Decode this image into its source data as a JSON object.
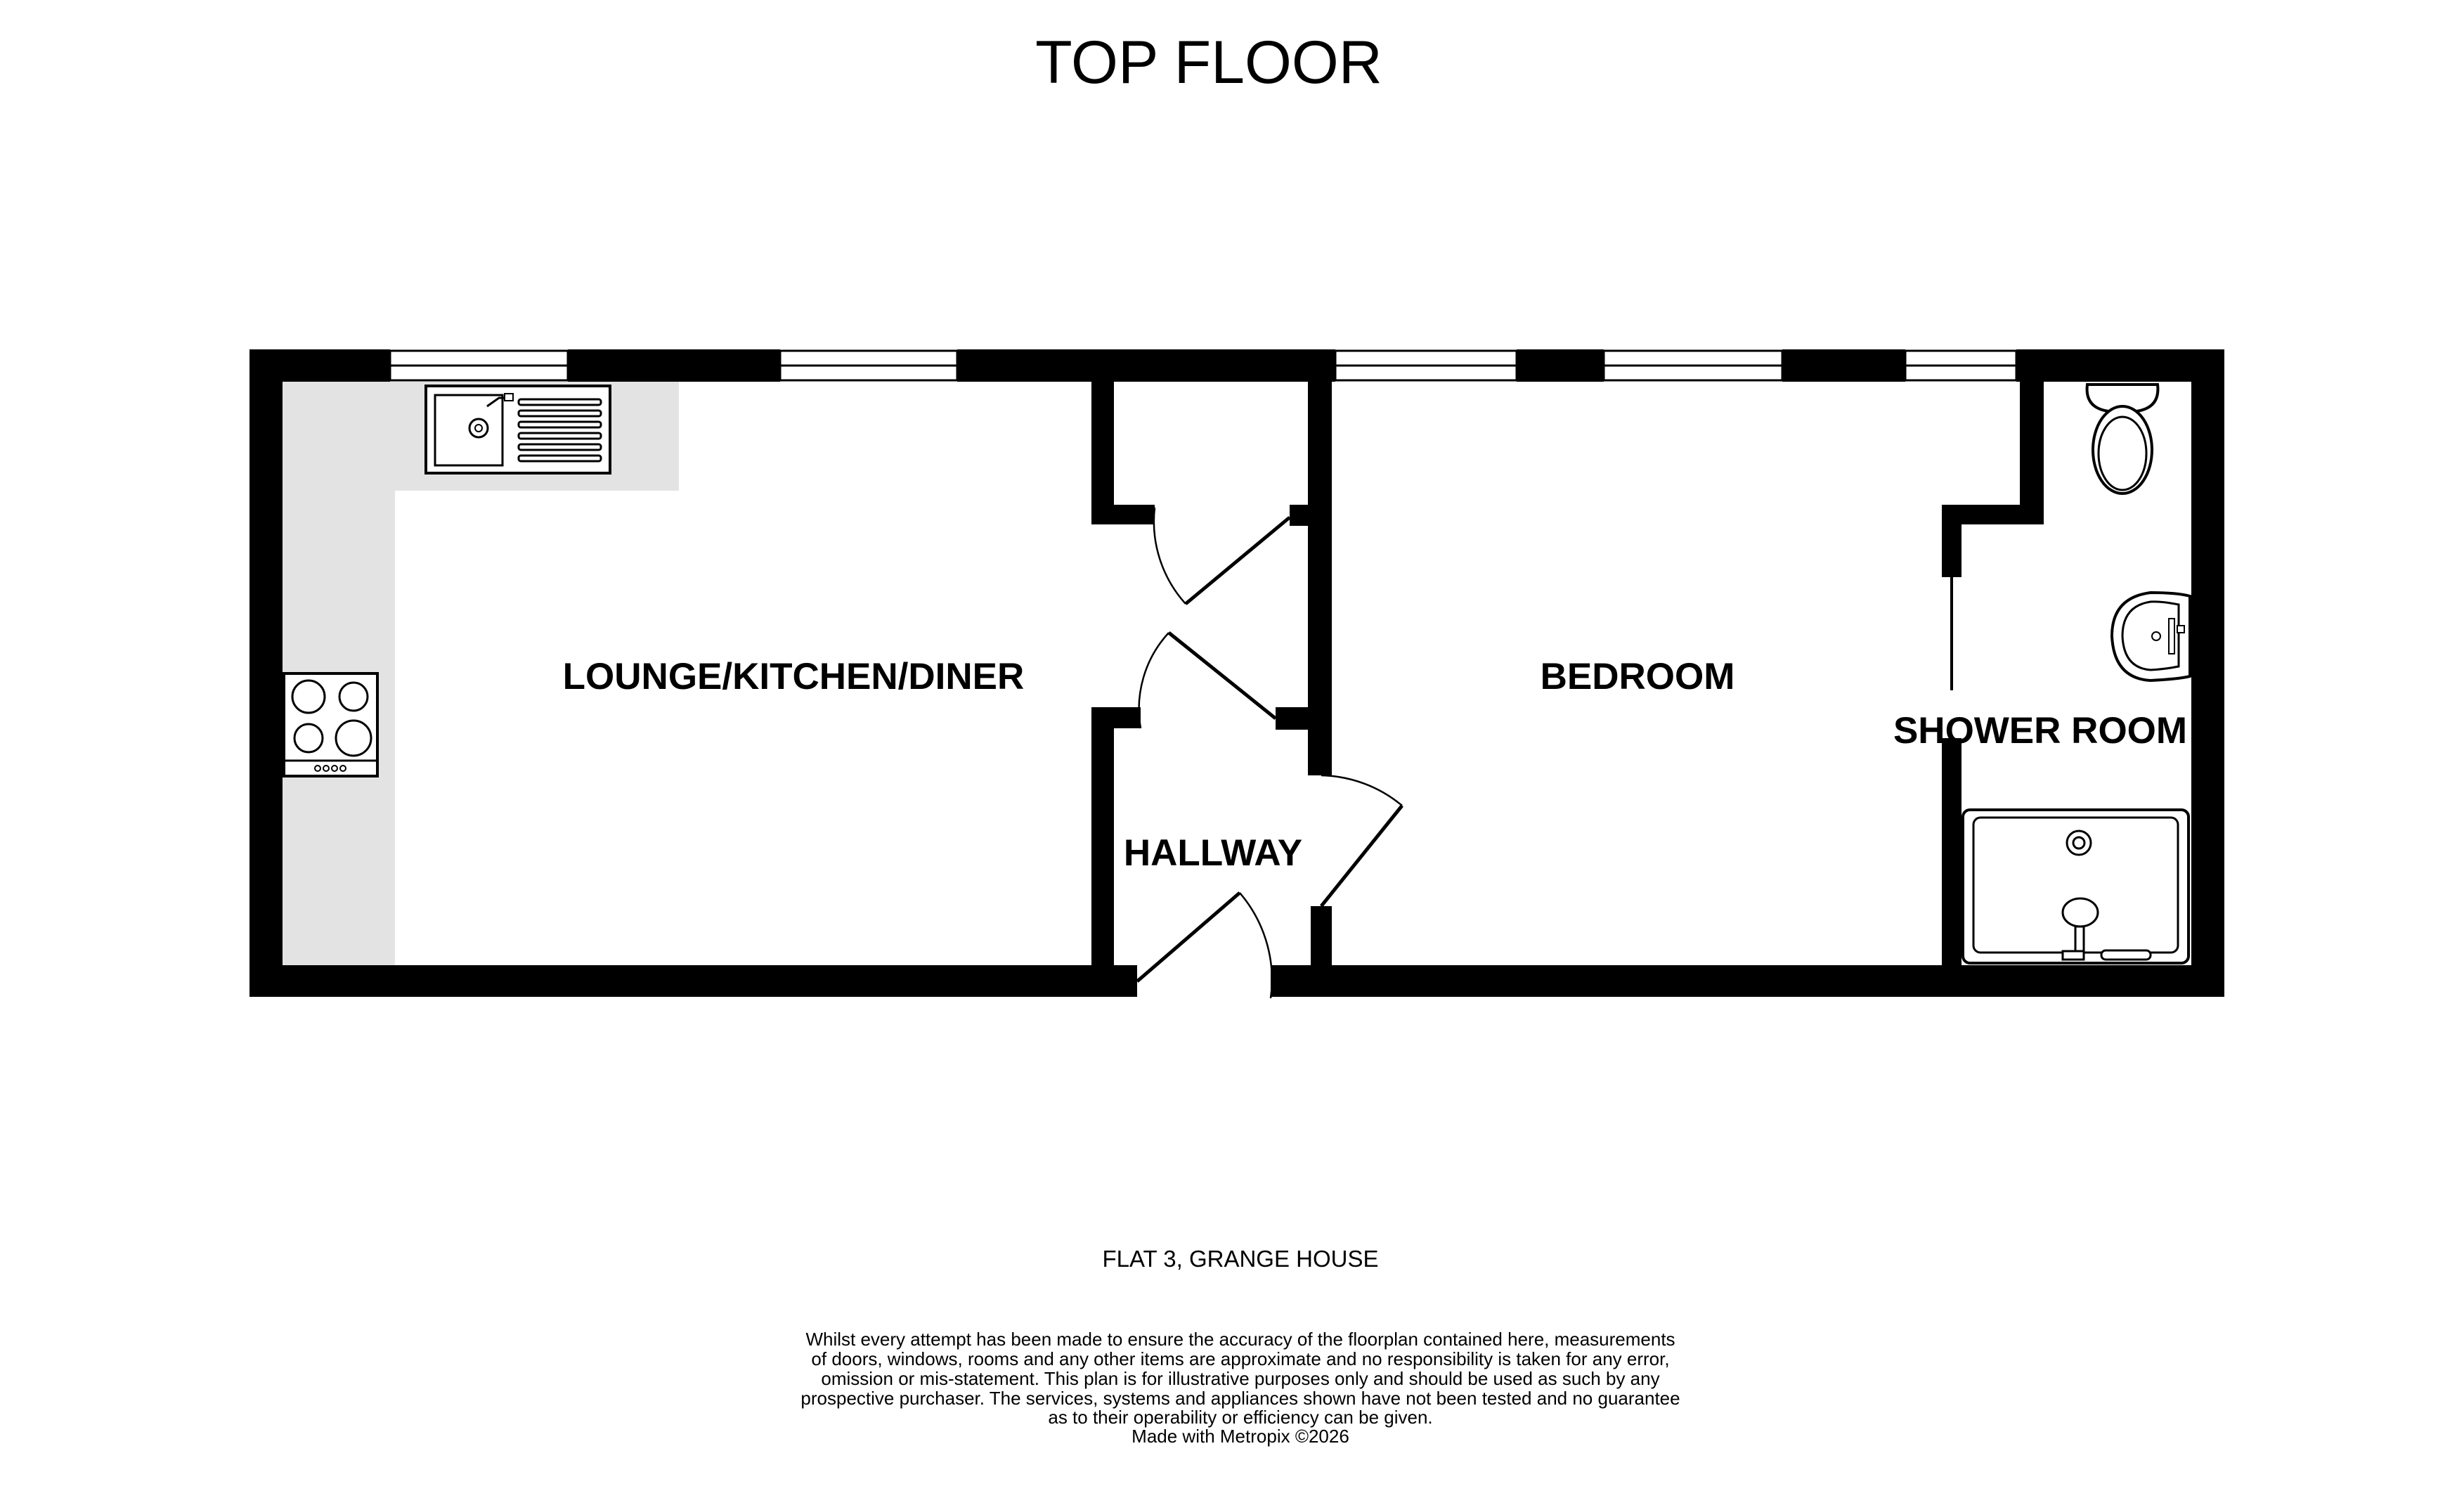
{
  "title": "TOP FLOOR",
  "rooms": {
    "lounge": "LOUNGE/KITCHEN/DINER",
    "bedroom": "BEDROOM",
    "hallway": "HALLWAY",
    "shower_room": "SHOWER ROOM"
  },
  "address": "FLAT 3, GRANGE HOUSE",
  "disclaimer": [
    "Whilst every attempt has been made to ensure the accuracy of the floorplan contained here, measurements",
    "of doors, windows, rooms and any other items are approximate and no responsibility is taken for any error,",
    "omission or mis-statement. This plan is for illustrative purposes only and should be used as such by any",
    "prospective purchaser. The services, systems and appliances shown have not been tested and no guarantee",
    "as to their operability or efficiency can be given.",
    "Made with Metropix ©2026"
  ],
  "colors": {
    "wall": "#000000",
    "worktop": "#e3e3e3",
    "background": "#ffffff"
  }
}
